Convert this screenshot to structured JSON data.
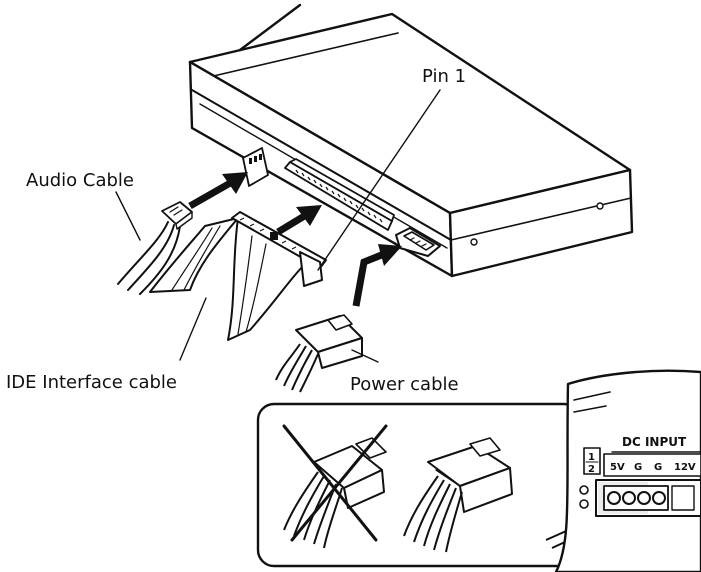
{
  "labels": {
    "pin1": "Pin 1",
    "audio_cable": "Audio Cable",
    "ide_cable": "IDE Interface cable",
    "power_cable": "Power cable"
  },
  "panel": {
    "title": "DC INPUT",
    "pin_labels": [
      "5V",
      "G",
      "G",
      "12V"
    ],
    "jumper_top": "1",
    "jumper_bottom": "2"
  },
  "colors": {
    "ink": "#111111",
    "paper": "#ffffff"
  }
}
